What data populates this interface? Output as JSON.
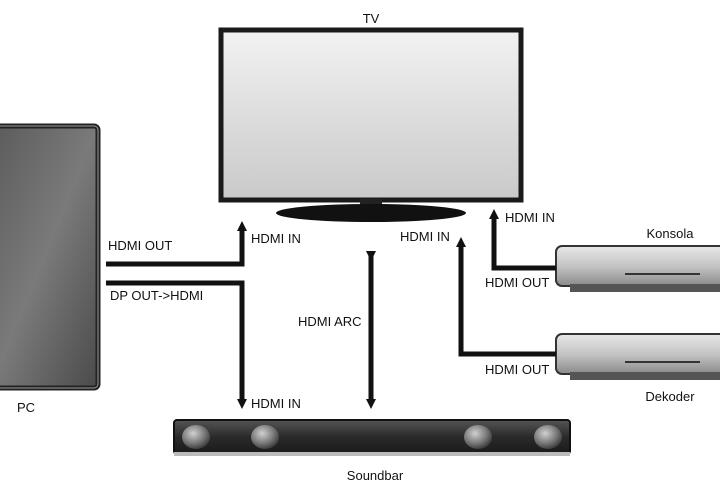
{
  "devices": {
    "tv": {
      "label": "TV"
    },
    "pc": {
      "label": "PC"
    },
    "soundbar": {
      "label": "Soundbar"
    },
    "konsola": {
      "label": "Konsola"
    },
    "dekoder": {
      "label": "Dekoder"
    }
  },
  "connections": {
    "pc_hdmi_out": "HDMI OUT",
    "pc_dp_out": "DP OUT->HDMI",
    "tv_hdmi_in_left": "HDMI IN",
    "tv_hdmi_in_mid": "HDMI IN",
    "tv_hdmi_in_right": "HDMI IN",
    "soundbar_hdmi_in": "HDMI IN",
    "hdmi_arc": "HDMI ARC",
    "konsola_hdmi_out": "HDMI OUT",
    "dekoder_hdmi_out": "HDMI OUT"
  },
  "colors": {
    "cable": "#111111",
    "device_dark": "#3a3a3a",
    "device_light": "#d9d9d9"
  }
}
